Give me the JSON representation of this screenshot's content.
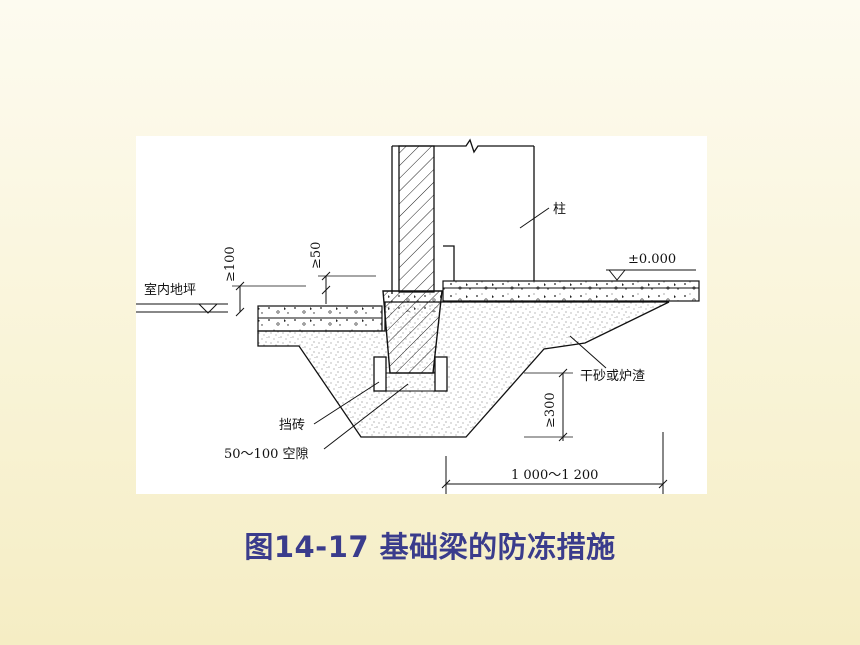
{
  "diagram": {
    "labels": {
      "column": "柱",
      "elevation": "±0.000",
      "indoor_floor": "室内地坪",
      "dim_100": "≥100",
      "dim_50": "≥50",
      "dry_sand": "干砂或炉渣",
      "retaining_brick": "挡砖",
      "gap": "50～100 空隙",
      "dim_300": "≥300",
      "dim_width": "1 000～1 200"
    }
  },
  "caption": "图14-17  基础梁的防冻措施"
}
